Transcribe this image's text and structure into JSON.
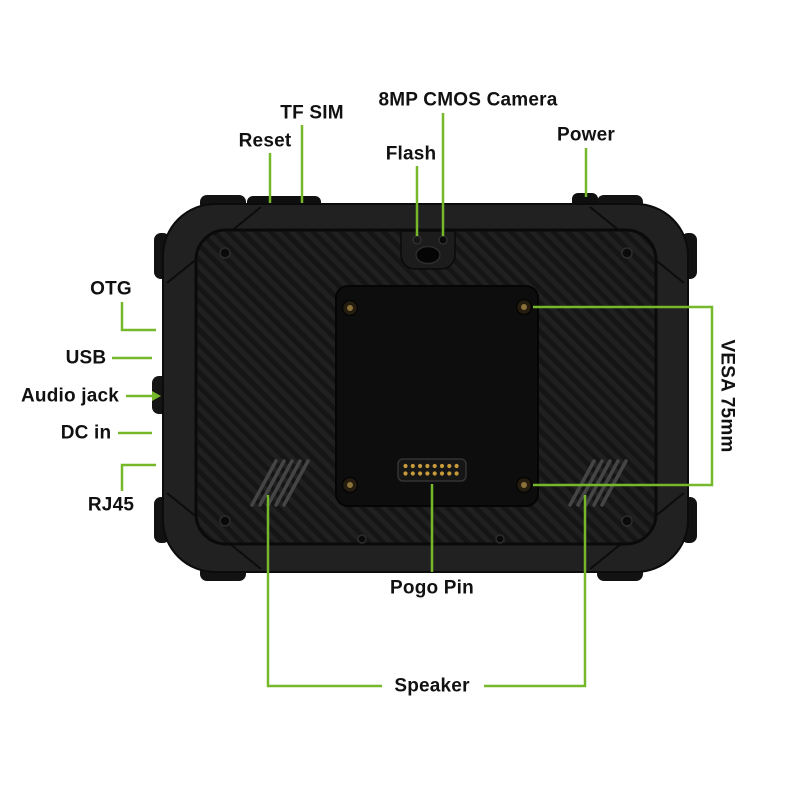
{
  "colors": {
    "accent": "#76b82a",
    "device_body": "#212121",
    "label_text": "#111111",
    "background": "#ffffff"
  },
  "labels": {
    "tf_sim": "TF SIM",
    "reset": "Reset",
    "camera": "8MP CMOS Camera",
    "flash": "Flash",
    "power": "Power",
    "otg": "OTG",
    "usb": "USB",
    "audio_jack": "Audio jack",
    "dc_in": "DC in",
    "rj45": "RJ45",
    "vesa": "VESA 75mm",
    "pogo_pin": "Pogo Pin",
    "speaker": "Speaker"
  }
}
